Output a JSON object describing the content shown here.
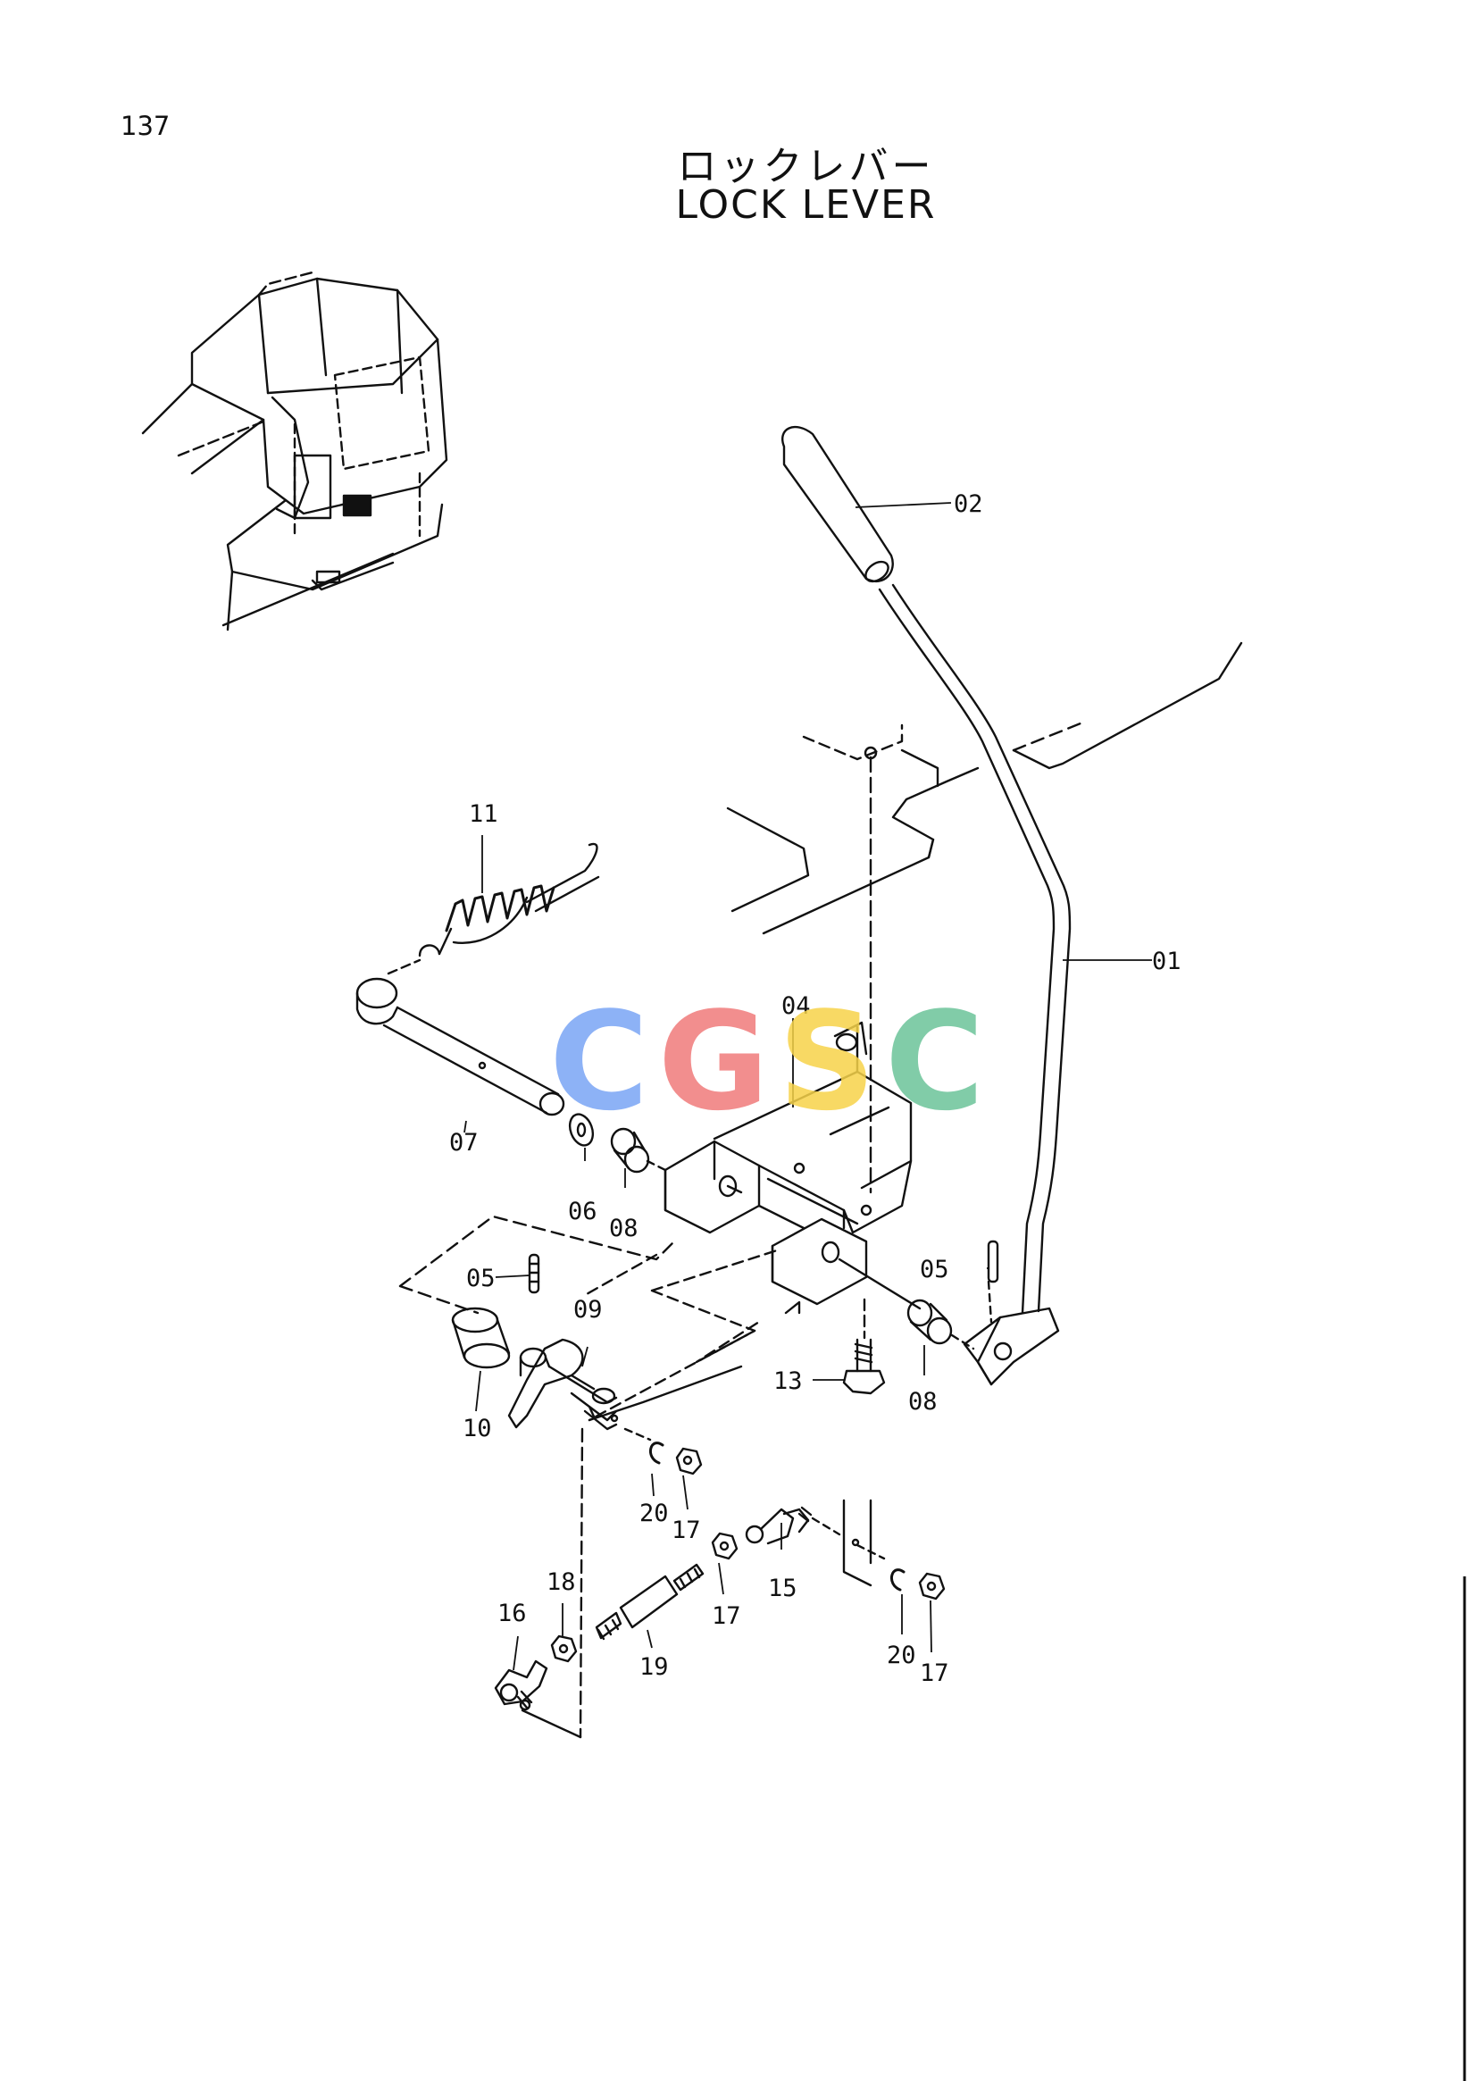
{
  "page_number": "137",
  "title": {
    "japanese": "ロックレバー",
    "english": "LOCK LEVER"
  },
  "watermark": {
    "letters": [
      {
        "char": "C",
        "color": "#7aa5f5"
      },
      {
        "char": "G",
        "color": "#f07b7b"
      },
      {
        "char": "S",
        "color": "#f7d34a"
      },
      {
        "char": "C",
        "color": "#6cc49a"
      }
    ]
  },
  "parts": [
    {
      "label": "01",
      "item": "lever"
    },
    {
      "label": "02",
      "item": "grip"
    },
    {
      "label": "04",
      "item": "bracket"
    },
    {
      "label": "05",
      "item": "pin-left"
    },
    {
      "label": "05",
      "item": "pin-right"
    },
    {
      "label": "06",
      "item": "washer"
    },
    {
      "label": "07",
      "item": "shaft"
    },
    {
      "label": "08",
      "item": "bushing-left"
    },
    {
      "label": "08",
      "item": "bushing-right"
    },
    {
      "label": "09",
      "item": "arm"
    },
    {
      "label": "10",
      "item": "collar"
    },
    {
      "label": "11",
      "item": "spring"
    },
    {
      "label": "13",
      "item": "bolt"
    },
    {
      "label": "15",
      "item": "ball-joint-right"
    },
    {
      "label": "16",
      "item": "ball-joint-left"
    },
    {
      "label": "17",
      "item": "nut-a"
    },
    {
      "label": "17",
      "item": "nut-b"
    },
    {
      "label": "17",
      "item": "nut-c"
    },
    {
      "label": "18",
      "item": "nut-d"
    },
    {
      "label": "19",
      "item": "rod"
    },
    {
      "label": "20",
      "item": "snap-ring-a"
    },
    {
      "label": "20",
      "item": "snap-ring-b"
    }
  ]
}
